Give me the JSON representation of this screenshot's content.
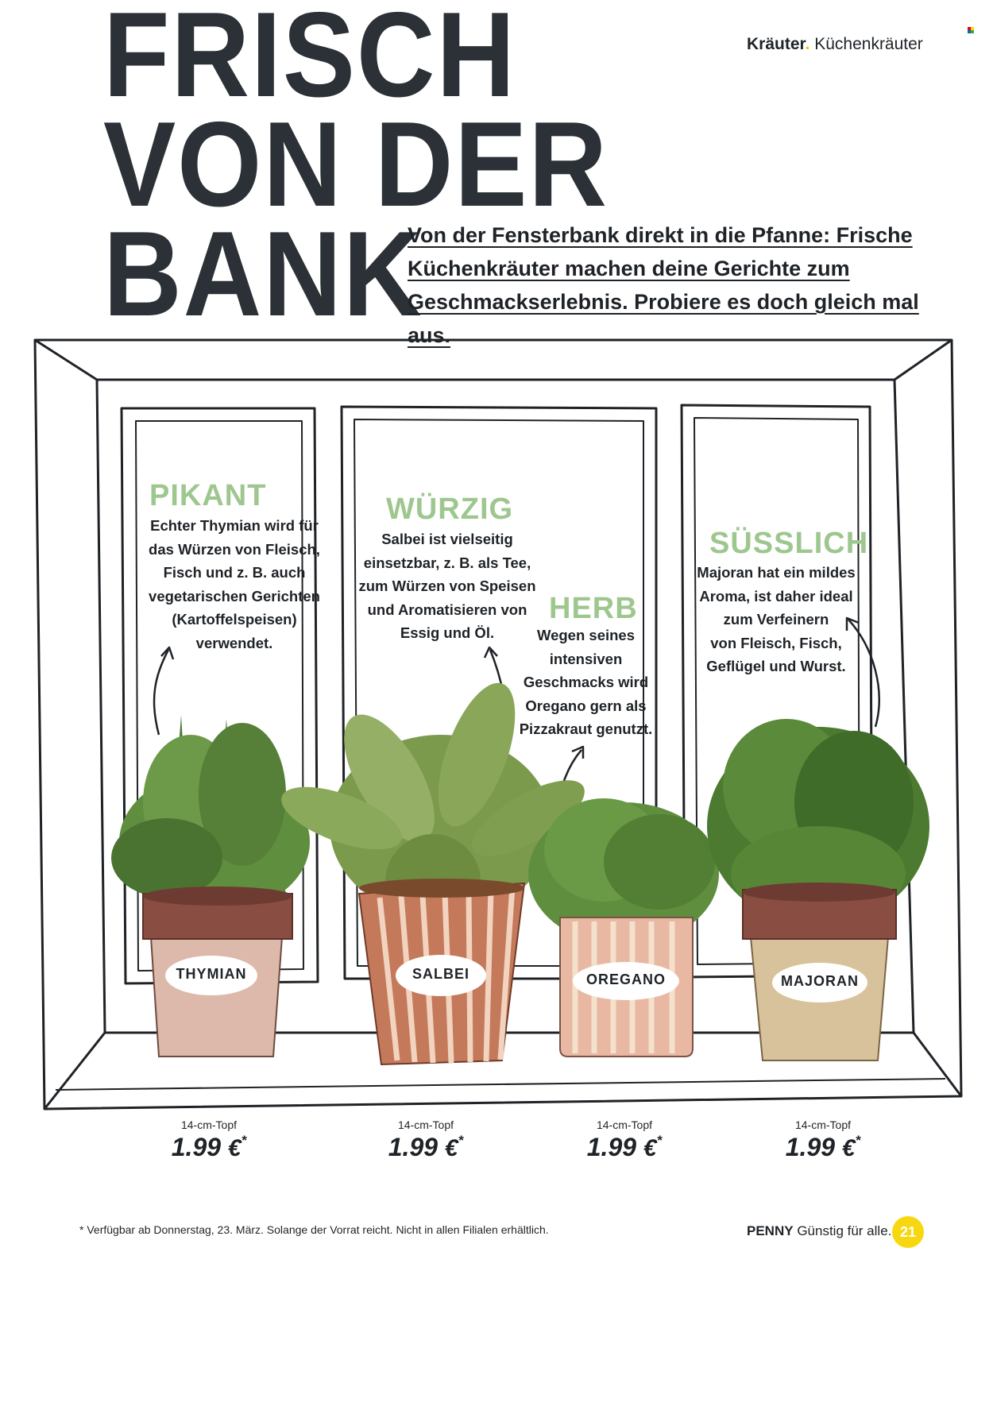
{
  "headline": {
    "line1": "FRISCH",
    "line2": "VON DER",
    "line3": "BANK"
  },
  "breadcrumb": {
    "category": "Kräuter",
    "separator": ".",
    "subcategory": "Küchenkräuter"
  },
  "intro": {
    "line1": "Von der Fensterbank direkt in die Pfanne: Frische",
    "line2": "Küchenkräuter machen deine Gerichte zum",
    "line3": "Geschmackserlebnis. Probiere es doch gleich mal aus."
  },
  "herbs": [
    {
      "title": "PIKANT",
      "desc": [
        "Echter Thymian wird für",
        "das Würzen von Fleisch,",
        "Fisch und z. B. auch",
        "vegetarischen Gerichten",
        "(Kartoffelspeisen)",
        "verwendet."
      ],
      "label": "THYMIAN",
      "size": "14-cm-Topf",
      "price": "1.99",
      "currency": "€",
      "star": "*"
    },
    {
      "title": "WÜRZIG",
      "desc": [
        "Salbei ist vielseitig",
        "einsetzbar, z. B. als Tee,",
        "zum Würzen von Speisen",
        "und Aromatisieren von",
        "Essig und Öl."
      ],
      "label": "SALBEI",
      "size": "14-cm-Topf",
      "price": "1.99",
      "currency": "€",
      "star": "*"
    },
    {
      "title": "HERB",
      "desc": [
        "Wegen seines",
        "intensiven",
        "Geschmacks wird",
        "Oregano gern als",
        "Pizzakraut genutzt."
      ],
      "label": "OREGANO",
      "size": "14-cm-Topf",
      "price": "1.99",
      "currency": "€",
      "star": "*"
    },
    {
      "title": "SÜSSLICH",
      "desc": [
        "Majoran hat ein mildes",
        "Aroma, ist daher ideal",
        "zum Verfeinern",
        "von Fleisch, Fisch,",
        "Geflügel und Wurst."
      ],
      "label": "MAJORAN",
      "size": "14-cm-Topf",
      "price": "1.99",
      "currency": "€",
      "star": "*"
    }
  ],
  "footnote": "* Verfügbar ab Donnerstag, 23. März. Solange der Vorrat reicht. Nicht in allen Filialen erhältlich.",
  "brand": {
    "name": "PENNY",
    "slogan": "Günstig für alle."
  },
  "page_number": "21",
  "colors": {
    "headline": "#2b3136",
    "accent_green": "#9ec78f",
    "brand_yellow": "#f7d70f",
    "pot_thymian": "#dcb9ab",
    "pot_salbei": "#c47a5a",
    "pot_oregano": "#e8b8a3",
    "pot_majoran": "#d8c29b"
  }
}
